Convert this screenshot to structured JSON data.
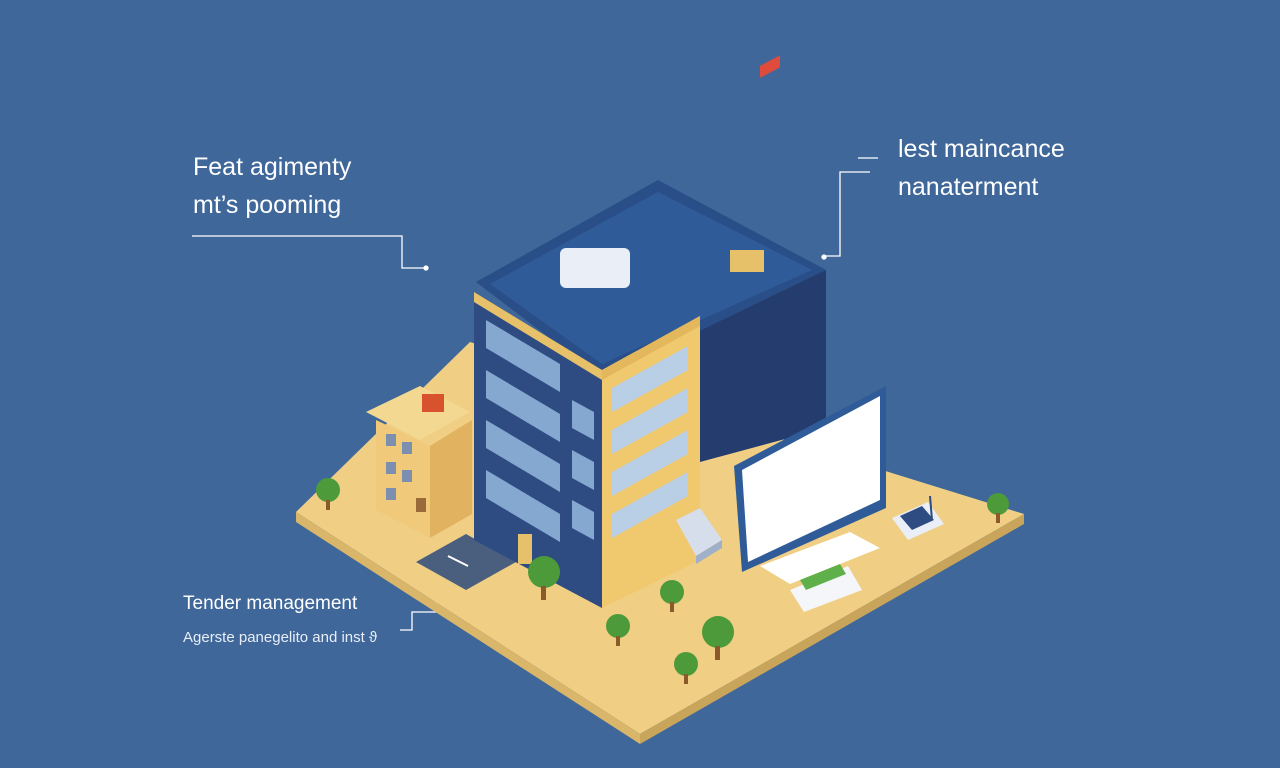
{
  "callouts": {
    "top_left": {
      "line1": "Feat agimenty",
      "line2": "mt’s pooming"
    },
    "top_right": {
      "line1": "lest maincance",
      "line2": "nanaterment"
    },
    "bottom_left": {
      "title": "Tender management",
      "subtitle": "Agerste panegelito and inst ϑ"
    }
  },
  "colors": {
    "background": "#3f679a",
    "building_front": "#2e4b82",
    "building_side": "#243d6e",
    "roof": "#2f548c",
    "ground": "#f0cf84",
    "accent_gold": "#e7c169",
    "window": "#8fb3da",
    "tree": "#4c9a3a",
    "screen": "#ffffff"
  },
  "icons": {
    "rooftop_unit": "hvac-box-icon",
    "rooftop_crate": "crate-icon",
    "chimney": "chimney-icon",
    "monitor": "dashboard-monitor-icon",
    "robot": "robot-device-icon"
  }
}
